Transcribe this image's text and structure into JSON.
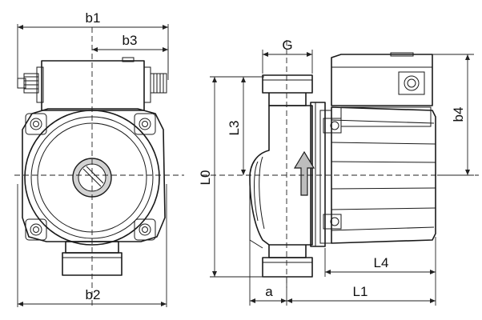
{
  "labels": {
    "b1": "b1",
    "b3": "b3",
    "b2": "b2",
    "G": "G",
    "L3": "L3",
    "L0": "L0",
    "b4": "b4",
    "L4": "L4",
    "a": "a",
    "L1": "L1"
  }
}
